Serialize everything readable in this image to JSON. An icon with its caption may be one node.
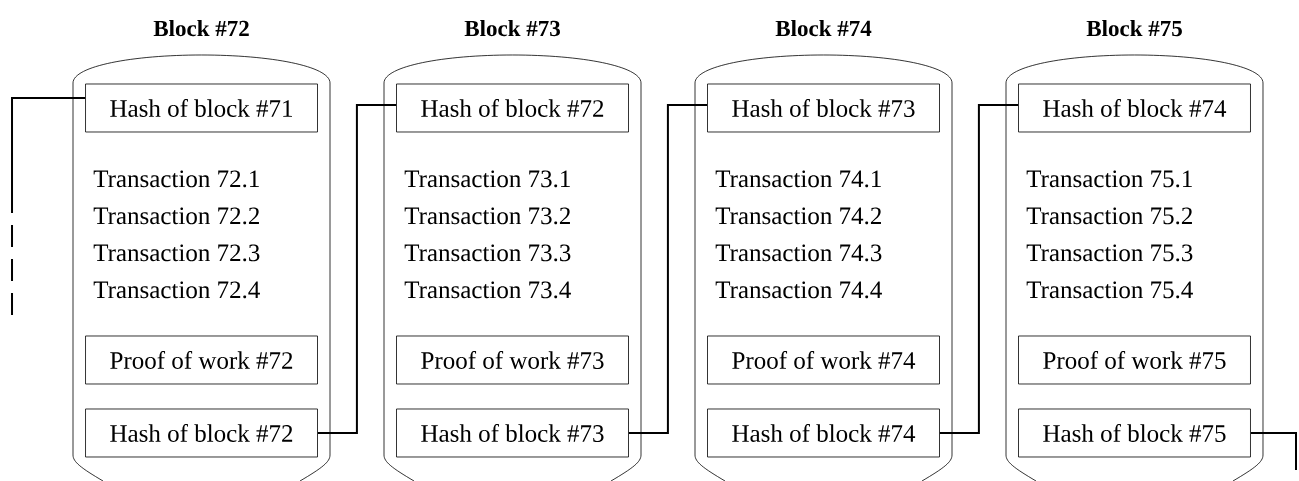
{
  "diagram": {
    "nodes": [
      {
        "text": [
          "Block #72",
          "Transaction 72.1",
          "Transaction 72.2",
          "Transaction 72.3",
          "Transaction 72.4"
        ]
      },
      {
        "text": [
          "Hash of block #71"
        ],
        "in": 0
      },
      {
        "text": [
          "Proof of work #72"
        ],
        "in": 0
      },
      {
        "text": [
          "Hash of block #72"
        ],
        "in": 0
      },
      {
        "text": [
          "Block #73",
          "Transaction 73.1",
          "Transaction 73.2",
          "Transaction 73.3",
          "Transaction 73.4"
        ]
      },
      {
        "text": [
          "Hash of block #72"
        ],
        "in": 4
      },
      {
        "text": [
          "Proof of work #73"
        ],
        "in": 4
      },
      {
        "text": [
          "Hash of block #73"
        ],
        "in": 4
      },
      {
        "text": [
          "Block #74",
          "Transaction 74.1",
          "Transaction 74.2",
          "Transaction 74.3",
          "Transaction 74.4"
        ]
      },
      {
        "text": [
          "Hash of block #73"
        ],
        "in": 8
      },
      {
        "text": [
          "Proof of work #74"
        ],
        "in": 8
      },
      {
        "text": [
          "Hash of block #74"
        ],
        "in": 8
      },
      {
        "text": [
          "Block #75",
          "Transaction 75.1",
          "Transaction 75.2",
          "Transaction 75.3",
          "Transaction 75.4"
        ]
      },
      {
        "text": [
          "Hash of block #74"
        ],
        "in": 12
      },
      {
        "text": [
          "Proof of work #75"
        ],
        "in": 12
      },
      {
        "text": [
          "Hash of block #75"
        ],
        "in": 12
      }
    ],
    "edges": [
      {
        "from": null,
        "to": 1,
        "arrow": "none",
        "style": "dashed"
      },
      {
        "from": 3,
        "to": 5,
        "arrow": "none"
      },
      {
        "from": 7,
        "to": 9,
        "arrow": "none"
      },
      {
        "from": 11,
        "to": 13,
        "arrow": "none"
      },
      {
        "from": 15,
        "to": null,
        "arrow": "none"
      }
    ]
  }
}
